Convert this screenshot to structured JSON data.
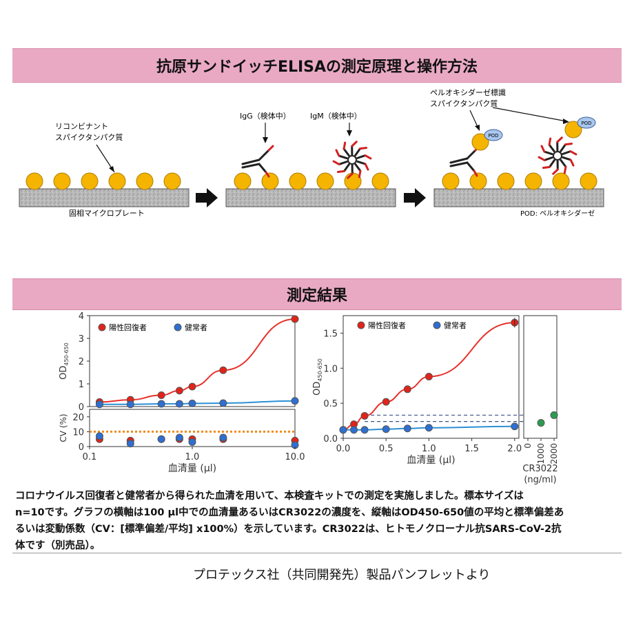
{
  "principle": {
    "title": "抗原サンドイッチELISAの測定原理と操作方法",
    "step1_label_line1": "リコンビナント",
    "step1_label_line2": "スパイクタンパク質",
    "plate_label": "固相マイクロプレート",
    "igg_label": "IgG（検体中）",
    "igm_label": "IgM（検体中）",
    "pod_label_line1": "ペルオキシダーゼ標識",
    "pod_label_line2": "スパイクタンパク質",
    "pod_badge": "POD",
    "pod_legend": "POD: ペルオキシダーゼ",
    "colors": {
      "bead": "#f4b400",
      "antibody": "#222222",
      "antibody_tip": "#d22020",
      "pod": "#a9c7ee"
    }
  },
  "results": {
    "title": "測定結果",
    "caption_lines": [
      "コロナウイルス回復者と健常者から得られた血清を用いて、本検査キットでの測定を実施しました。標本サイズは",
      "n=10です。グラフの横軸は100 µl中での血清量あるいはCR3022の濃度を、縦軸はOD450-650値の平均と標準偏差あ",
      "るいは変動係数（CV：[標準偏差/平均] x100%）を示しています。CR3022は、ヒトモノクローナル抗SARS-CoV-2抗",
      "体です（別売品）。"
    ],
    "source": "プロテックス社（共同開発先）製品パンフレットより"
  },
  "chart_data": [
    {
      "type": "scatter",
      "panel": "left-top",
      "xscale": "log",
      "xlim": [
        0.1,
        10
      ],
      "ylim": [
        0,
        4
      ],
      "ylabel": "OD450-650",
      "yticks": [
        0,
        1,
        2,
        3,
        4
      ],
      "legend_position": "top-left",
      "series": [
        {
          "name": "陽性回復者",
          "color": "#e2231a",
          "x": [
            0.125,
            0.25,
            0.5,
            0.75,
            1.0,
            2.0,
            10.0
          ],
          "y": [
            0.2,
            0.3,
            0.5,
            0.7,
            0.88,
            1.6,
            3.85
          ]
        },
        {
          "name": "健常者",
          "color": "#2f6fd1",
          "x": [
            0.125,
            0.25,
            0.5,
            0.75,
            1.0,
            2.0,
            10.0
          ],
          "y": [
            0.1,
            0.1,
            0.12,
            0.12,
            0.14,
            0.15,
            0.25
          ]
        }
      ]
    },
    {
      "type": "scatter",
      "panel": "left-bottom",
      "xscale": "log",
      "xlim": [
        0.1,
        10
      ],
      "ylim": [
        0,
        25
      ],
      "xlabel": "血清量 (µl)",
      "ylabel": "CV (%)",
      "yticks": [
        0,
        10,
        20
      ],
      "xticks": [
        "0.1",
        "1.0",
        "10.0"
      ],
      "reference_line": 10,
      "series": [
        {
          "name": "陽性回復者",
          "color": "#e2231a",
          "x": [
            0.125,
            0.25,
            0.5,
            0.75,
            1.0,
            2.0,
            10.0
          ],
          "y": [
            5,
            4,
            5,
            5,
            5,
            5,
            4
          ]
        },
        {
          "name": "健常者",
          "color": "#2f6fd1",
          "x": [
            0.125,
            0.25,
            0.5,
            0.75,
            1.0,
            2.0,
            10.0
          ],
          "y": [
            7,
            2,
            5,
            6,
            3,
            6,
            1
          ]
        }
      ]
    },
    {
      "type": "scatter",
      "panel": "right",
      "xlim": [
        0,
        2.05
      ],
      "ylim": [
        0,
        1.75
      ],
      "xlabel": "血清量 (µl)",
      "ylabel": "OD450-650",
      "xticks": [
        "0.0",
        "0.5",
        "1.0",
        "1.5",
        "2.0"
      ],
      "yticks": [
        "0.0",
        "0.5",
        "1.0",
        "1.5"
      ],
      "legend_position": "top-left",
      "series": [
        {
          "name": "陽性回復者",
          "color": "#e2231a",
          "x": [
            0,
            0.125,
            0.25,
            0.5,
            0.75,
            1.0,
            2.0
          ],
          "y": [
            0.12,
            0.2,
            0.32,
            0.52,
            0.7,
            0.88,
            1.65
          ]
        },
        {
          "name": "健常者",
          "color": "#2f6fd1",
          "x": [
            0,
            0.125,
            0.25,
            0.5,
            0.75,
            1.0,
            2.0
          ],
          "y": [
            0.12,
            0.12,
            0.12,
            0.13,
            0.14,
            0.15,
            0.17
          ]
        }
      ],
      "dashed_levels": [
        0.33,
        0.24
      ]
    },
    {
      "type": "scatter",
      "panel": "right-inset",
      "xlabel": "CR3022 (ng/ml)",
      "xticks": [
        "0",
        "1000",
        "2000"
      ],
      "series": [
        {
          "name": "CR3022",
          "color": "#2a9d4e",
          "x": [
            1000,
            2000
          ],
          "y": [
            0.22,
            0.33
          ]
        }
      ]
    }
  ]
}
